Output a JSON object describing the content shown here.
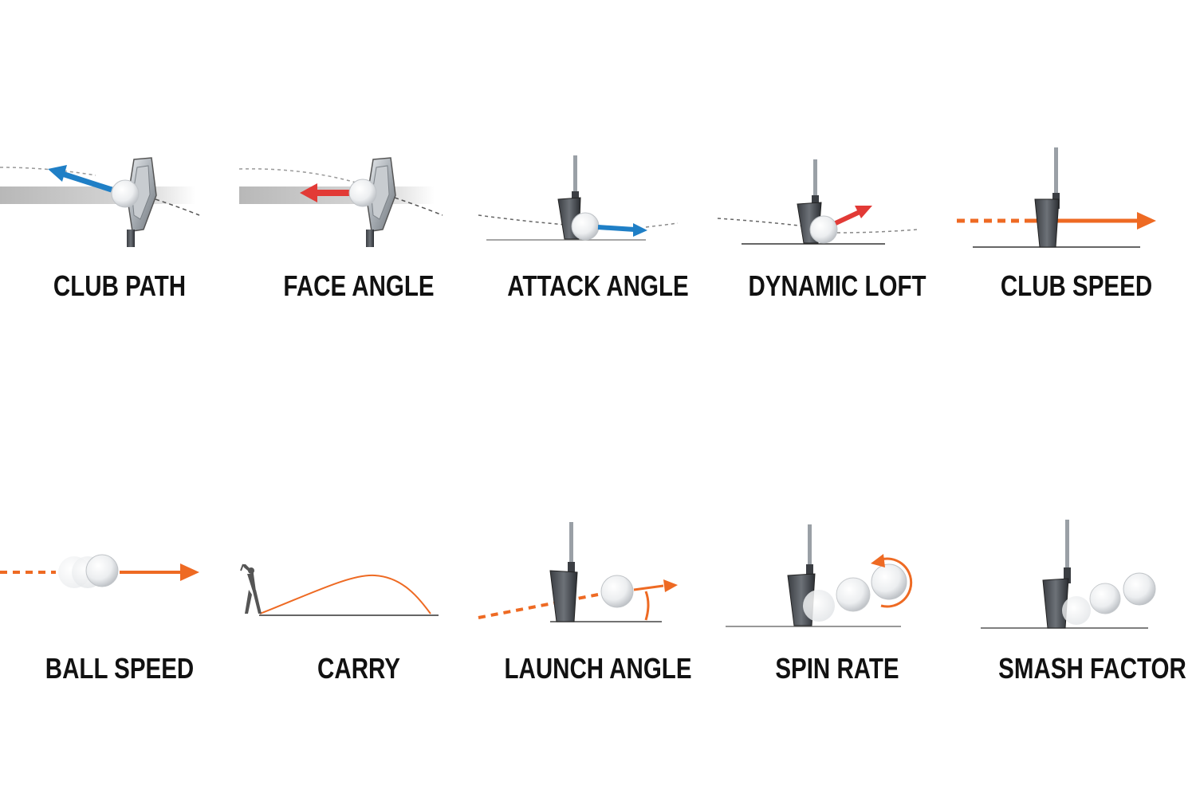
{
  "colors": {
    "blue": "#1f7fc6",
    "red": "#e23a36",
    "orange": "#ee6a23",
    "steel": "#9aa0a6",
    "dark": "#2b2b2b"
  },
  "metrics": [
    {
      "label": "CLUB PATH",
      "icon": "club-path-icon"
    },
    {
      "label": "FACE ANGLE",
      "icon": "face-angle-icon"
    },
    {
      "label": "ATTACK ANGLE",
      "icon": "attack-angle-icon"
    },
    {
      "label": "DYNAMIC LOFT",
      "icon": "dynamic-loft-icon"
    },
    {
      "label": "CLUB SPEED",
      "icon": "club-speed-icon"
    },
    {
      "label": "BALL SPEED",
      "icon": "ball-speed-icon"
    },
    {
      "label": "CARRY",
      "icon": "carry-icon"
    },
    {
      "label": "LAUNCH ANGLE",
      "icon": "launch-angle-icon"
    },
    {
      "label": "SPIN RATE",
      "icon": "spin-rate-icon"
    },
    {
      "label": "SMASH FACTOR",
      "icon": "smash-factor-icon"
    }
  ]
}
